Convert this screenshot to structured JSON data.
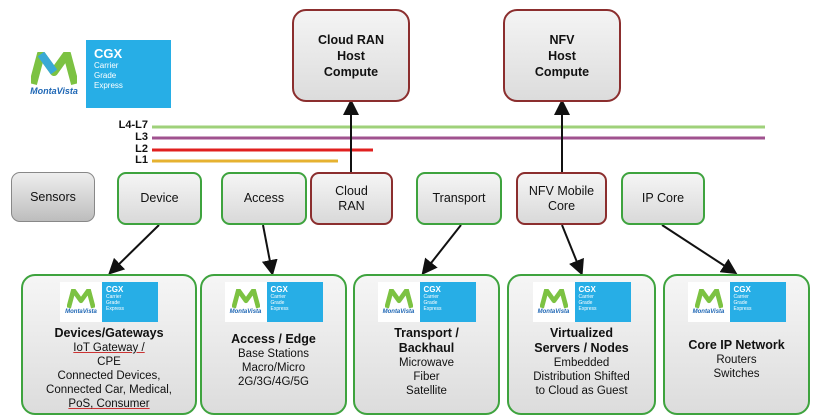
{
  "brand": {
    "mv": "MontaVista",
    "cgx": "CGX",
    "cgx_lines": [
      "Carrier",
      "Grade",
      "Express"
    ]
  },
  "hosts": {
    "cloud_ran": [
      "Cloud RAN",
      "Host",
      "Compute"
    ],
    "nfv": [
      "NFV",
      "Host",
      "Compute"
    ]
  },
  "layers": [
    "L4-L7",
    "L3",
    "L2",
    "L1"
  ],
  "layer_colors": {
    "L4-L7": "#9fd17a",
    "L3": "#a0528f",
    "L2": "#e0201f",
    "L1": "#e6b230"
  },
  "mid": {
    "sensors": "Sensors",
    "device": "Device",
    "access": "Access",
    "cloud_ran": [
      "Cloud",
      "RAN"
    ],
    "transport": "Transport",
    "nfv_mobile_core": [
      "NFV Mobile",
      "Core"
    ],
    "ip_core": "IP Core"
  },
  "bottom": {
    "devices": {
      "title": "Devices/Gateways",
      "lines": [
        "IoT Gateway /",
        "CPE",
        "Connected Devices,",
        "Connected Car, Medical,",
        "PoS, Consumer"
      ]
    },
    "access": {
      "title": "Access / Edge",
      "lines": [
        "Base Stations",
        "Macro/Micro",
        "2G/3G/4G/5G"
      ]
    },
    "transport": {
      "title_lines": [
        "Transport /",
        "Backhaul"
      ],
      "lines": [
        "Microwave",
        "Fiber",
        "Satellite"
      ]
    },
    "virtualized": {
      "title_lines": [
        "Virtualized",
        "Servers / Nodes"
      ],
      "lines": [
        "Embedded",
        "Distribution Shifted",
        "to Cloud as Guest"
      ]
    },
    "core_ip": {
      "title": "Core IP Network",
      "lines": [
        "Routers",
        "Switches"
      ]
    }
  }
}
